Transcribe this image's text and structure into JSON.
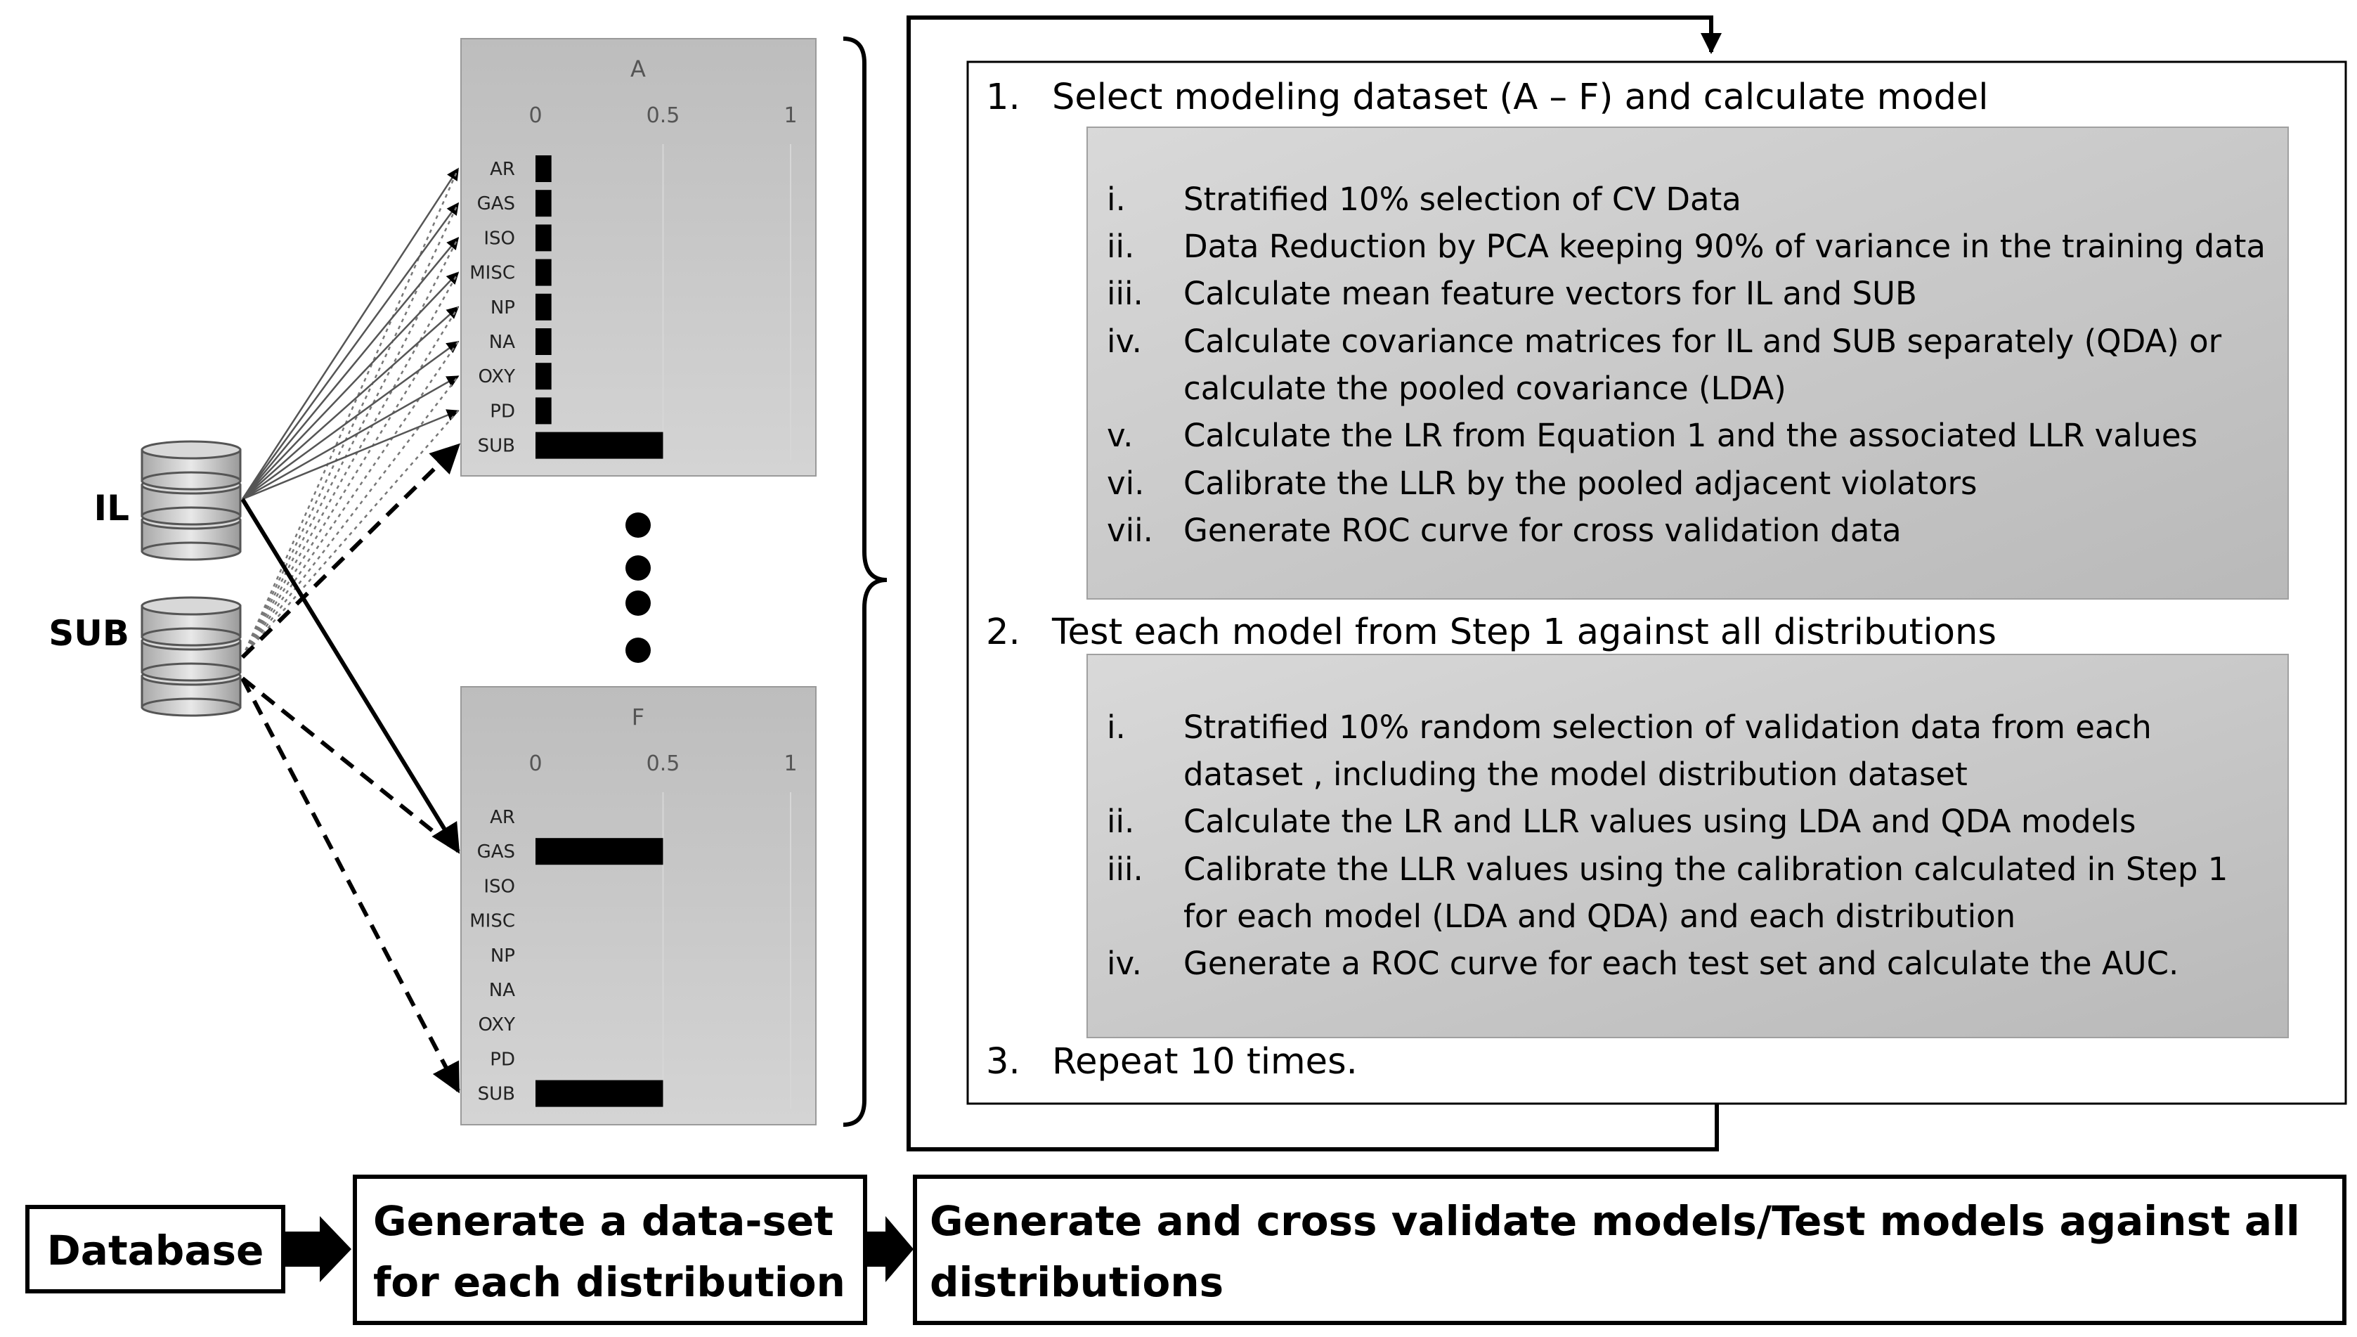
{
  "charts": {
    "chart_data": [
      {
        "type": "bar",
        "orientation": "horizontal",
        "title": "A",
        "categories": [
          "AR",
          "GAS",
          "ISO",
          "MISC",
          "NP",
          "NA",
          "OXY",
          "PD",
          "SUB"
        ],
        "values": [
          0.0625,
          0.0625,
          0.0625,
          0.0625,
          0.0625,
          0.0625,
          0.0625,
          0.0625,
          0.5
        ],
        "xlim": [
          0,
          1
        ],
        "ticks": [
          "0",
          "0.5",
          "1"
        ],
        "grid": true
      },
      {
        "type": "bar",
        "orientation": "horizontal",
        "title": "F",
        "categories": [
          "AR",
          "GAS",
          "ISO",
          "MISC",
          "NP",
          "NA",
          "OXY",
          "PD",
          "SUB"
        ],
        "values": [
          0,
          0.5,
          0,
          0,
          0,
          0,
          0,
          0,
          0.5
        ],
        "xlim": [
          0,
          1
        ],
        "ticks": [
          "0",
          "0.5",
          "1"
        ],
        "grid": true
      }
    ]
  },
  "databases": {
    "il_label": "IL",
    "sub_label": "SUB"
  },
  "steps": [
    {
      "number": "1.",
      "text": "Select modeling dataset (A – F) and calculate model",
      "substeps": [
        {
          "roman": "i.",
          "lines": [
            "Stratified 10% selection of CV Data"
          ]
        },
        {
          "roman": "ii.",
          "lines": [
            "Data Reduction by PCA keeping 90% of variance in the training data"
          ]
        },
        {
          "roman": "iii.",
          "lines": [
            "Calculate mean feature vectors for IL and SUB"
          ]
        },
        {
          "roman": "iv.",
          "lines": [
            "Calculate covariance matrices for IL and SUB separately (QDA) or",
            "calculate the pooled covariance (LDA)"
          ]
        },
        {
          "roman": "v.",
          "lines": [
            "Calculate the LR from Equation 1 and the associated LLR values"
          ]
        },
        {
          "roman": "vi.",
          "lines": [
            "Calibrate the LLR by the pooled adjacent violators"
          ]
        },
        {
          "roman": "vii.",
          "lines": [
            "Generate ROC curve for cross validation data"
          ]
        }
      ]
    },
    {
      "number": "2.",
      "text": "Test each model from Step 1 against all distributions",
      "substeps": [
        {
          "roman": "i.",
          "lines": [
            "Stratified 10% random selection of validation data from each",
            "dataset , including the model distribution dataset"
          ]
        },
        {
          "roman": "ii.",
          "lines": [
            "Calculate the LR and LLR values using  LDA and QDA models"
          ]
        },
        {
          "roman": "iii.",
          "lines": [
            "Calibrate the LLR values using the calibration calculated in Step 1",
            "for each model (LDA and QDA) and each distribution"
          ]
        },
        {
          "roman": "iv.",
          "lines": [
            "Generate a ROC curve for each test set and calculate the AUC."
          ]
        }
      ]
    },
    {
      "number": "3.",
      "text": "Repeat 10 times.",
      "substeps": []
    }
  ],
  "flow": {
    "database": "Database",
    "generate_lines": [
      "Generate a data-set",
      "for each distribution"
    ],
    "models_lines": [
      "Generate and cross validate models/Test models against all",
      "distributions"
    ]
  }
}
